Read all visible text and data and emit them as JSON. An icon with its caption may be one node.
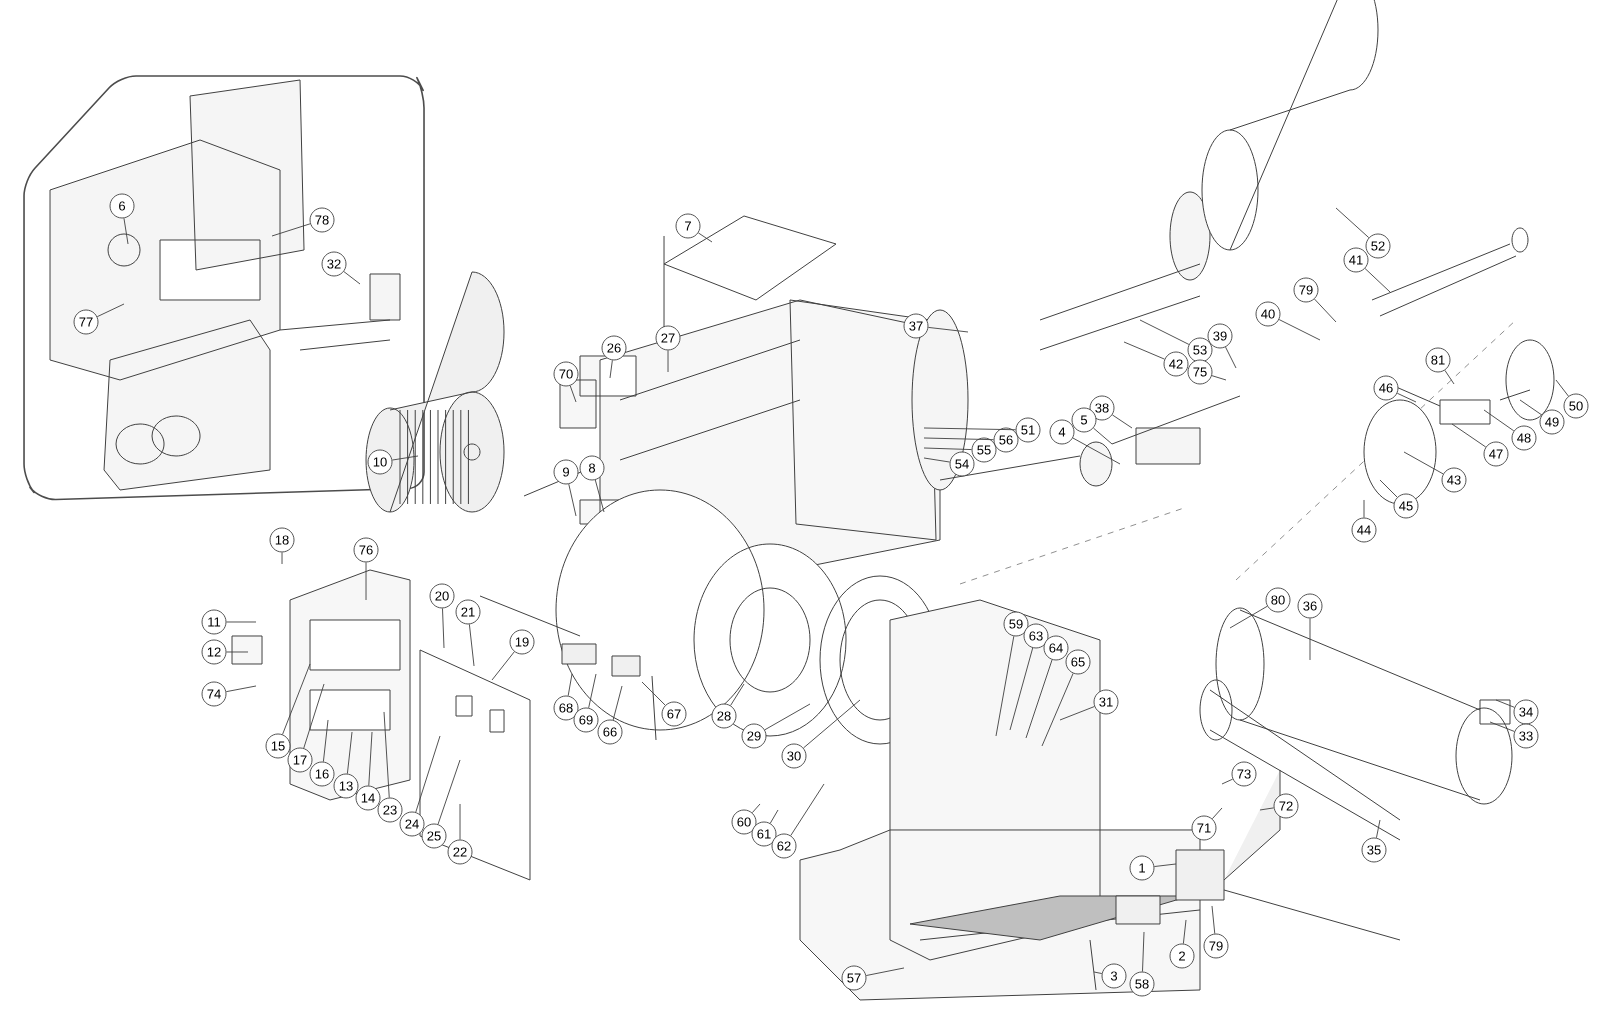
{
  "diagram": {
    "nodes": [
      {
        "text": [
          "6"
        ]
      },
      {
        "text": [
          "77"
        ]
      },
      {
        "text": [
          "78"
        ]
      },
      {
        "text": [
          "32"
        ]
      },
      {
        "text": [
          "7"
        ]
      },
      {
        "text": [
          "70"
        ]
      },
      {
        "text": [
          "26"
        ]
      },
      {
        "text": [
          "27"
        ]
      },
      {
        "text": [
          "37"
        ]
      },
      {
        "text": [
          "10"
        ]
      },
      {
        "text": [
          "9"
        ]
      },
      {
        "text": [
          "8"
        ]
      },
      {
        "text": [
          "54"
        ]
      },
      {
        "text": [
          "55"
        ]
      },
      {
        "text": [
          "56"
        ]
      },
      {
        "text": [
          "51"
        ]
      },
      {
        "text": [
          "52"
        ]
      },
      {
        "text": [
          "41"
        ]
      },
      {
        "text": [
          "79"
        ]
      },
      {
        "text": [
          "40"
        ]
      },
      {
        "text": [
          "53"
        ]
      },
      {
        "text": [
          "39"
        ]
      },
      {
        "text": [
          "42"
        ]
      },
      {
        "text": [
          "75"
        ]
      },
      {
        "text": [
          "38"
        ]
      },
      {
        "text": [
          "5"
        ]
      },
      {
        "text": [
          "4"
        ]
      },
      {
        "text": [
          "81"
        ]
      },
      {
        "text": [
          "46"
        ]
      },
      {
        "text": [
          "50"
        ]
      },
      {
        "text": [
          "49"
        ]
      },
      {
        "text": [
          "48"
        ]
      },
      {
        "text": [
          "47"
        ]
      },
      {
        "text": [
          "43"
        ]
      },
      {
        "text": [
          "45"
        ]
      },
      {
        "text": [
          "44"
        ]
      },
      {
        "text": [
          "18"
        ]
      },
      {
        "text": [
          "76"
        ]
      },
      {
        "text": [
          "11"
        ]
      },
      {
        "text": [
          "12"
        ]
      },
      {
        "text": [
          "74"
        ]
      },
      {
        "text": [
          "20"
        ]
      },
      {
        "text": [
          "21"
        ]
      },
      {
        "text": [
          "19"
        ]
      },
      {
        "text": [
          "15"
        ]
      },
      {
        "text": [
          "17"
        ]
      },
      {
        "text": [
          "16"
        ]
      },
      {
        "text": [
          "13"
        ]
      },
      {
        "text": [
          "14"
        ]
      },
      {
        "text": [
          "23"
        ]
      },
      {
        "text": [
          "24"
        ]
      },
      {
        "text": [
          "25"
        ]
      },
      {
        "text": [
          "22"
        ]
      },
      {
        "text": [
          "68"
        ]
      },
      {
        "text": [
          "69"
        ]
      },
      {
        "text": [
          "66"
        ]
      },
      {
        "text": [
          "67"
        ]
      },
      {
        "text": [
          "28"
        ]
      },
      {
        "text": [
          "29"
        ]
      },
      {
        "text": [
          "30"
        ]
      },
      {
        "text": [
          "59"
        ]
      },
      {
        "text": [
          "63"
        ]
      },
      {
        "text": [
          "64"
        ]
      },
      {
        "text": [
          "65"
        ]
      },
      {
        "text": [
          "31"
        ]
      },
      {
        "text": [
          "60"
        ]
      },
      {
        "text": [
          "61"
        ]
      },
      {
        "text": [
          "62"
        ]
      },
      {
        "text": [
          "80"
        ]
      },
      {
        "text": [
          "36"
        ]
      },
      {
        "text": [
          "34"
        ]
      },
      {
        "text": [
          "33"
        ]
      },
      {
        "text": [
          "73"
        ]
      },
      {
        "text": [
          "72"
        ]
      },
      {
        "text": [
          "71"
        ]
      },
      {
        "text": [
          "1"
        ]
      },
      {
        "text": [
          "35"
        ]
      },
      {
        "text": [
          "57"
        ]
      },
      {
        "text": [
          "2"
        ]
      },
      {
        "text": [
          "3"
        ]
      },
      {
        "text": [
          "58"
        ]
      },
      {
        "text": [
          "79"
        ]
      }
    ],
    "edges": [
      {
        "from": 0,
        "to": null,
        "arrow": "none"
      },
      {
        "from": 1,
        "to": null,
        "arrow": "none"
      },
      {
        "from": 2,
        "to": null,
        "arrow": "none"
      },
      {
        "from": 3,
        "to": null,
        "arrow": "none"
      },
      {
        "from": 4,
        "to": null,
        "arrow": "none"
      },
      {
        "from": 5,
        "to": null,
        "arrow": "none"
      },
      {
        "from": 6,
        "to": null,
        "arrow": "none"
      },
      {
        "from": 7,
        "to": null,
        "arrow": "none"
      },
      {
        "from": 8,
        "to": null,
        "arrow": "none"
      },
      {
        "from": 9,
        "to": null,
        "arrow": "none"
      },
      {
        "from": 10,
        "to": null,
        "arrow": "none"
      },
      {
        "from": 11,
        "to": null,
        "arrow": "none"
      },
      {
        "from": 12,
        "to": null,
        "arrow": "none"
      },
      {
        "from": 13,
        "to": null,
        "arrow": "none"
      },
      {
        "from": 14,
        "to": null,
        "arrow": "none"
      },
      {
        "from": 15,
        "to": null,
        "arrow": "none"
      },
      {
        "from": 16,
        "to": null,
        "arrow": "none"
      },
      {
        "from": 17,
        "to": null,
        "arrow": "none"
      },
      {
        "from": 18,
        "to": null,
        "arrow": "none"
      },
      {
        "from": 19,
        "to": null,
        "arrow": "none"
      },
      {
        "from": 20,
        "to": null,
        "arrow": "none"
      },
      {
        "from": 21,
        "to": null,
        "arrow": "none"
      },
      {
        "from": 22,
        "to": null,
        "arrow": "none"
      },
      {
        "from": 23,
        "to": null,
        "arrow": "none"
      },
      {
        "from": 24,
        "to": null,
        "arrow": "none"
      },
      {
        "from": 25,
        "to": null,
        "arrow": "none"
      },
      {
        "from": 26,
        "to": null,
        "arrow": "none"
      },
      {
        "from": 27,
        "to": null,
        "arrow": "none"
      },
      {
        "from": 28,
        "to": null,
        "arrow": "none"
      },
      {
        "from": 29,
        "to": null,
        "arrow": "none"
      },
      {
        "from": 30,
        "to": null,
        "arrow": "none"
      },
      {
        "from": 31,
        "to": null,
        "arrow": "none"
      },
      {
        "from": 32,
        "to": null,
        "arrow": "none"
      },
      {
        "from": 33,
        "to": null,
        "arrow": "none"
      },
      {
        "from": 34,
        "to": null,
        "arrow": "none"
      },
      {
        "from": 35,
        "to": null,
        "arrow": "none"
      },
      {
        "from": 36,
        "to": null,
        "arrow": "none"
      },
      {
        "from": 37,
        "to": null,
        "arrow": "none"
      },
      {
        "from": 38,
        "to": null,
        "arrow": "none"
      },
      {
        "from": 39,
        "to": null,
        "arrow": "none"
      },
      {
        "from": 40,
        "to": null,
        "arrow": "none"
      },
      {
        "from": 41,
        "to": null,
        "arrow": "none"
      },
      {
        "from": 42,
        "to": null,
        "arrow": "none"
      },
      {
        "from": 43,
        "to": null,
        "arrow": "none"
      },
      {
        "from": 44,
        "to": null,
        "arrow": "none"
      },
      {
        "from": 45,
        "to": null,
        "arrow": "none"
      },
      {
        "from": 46,
        "to": null,
        "arrow": "none"
      },
      {
        "from": 47,
        "to": null,
        "arrow": "none"
      },
      {
        "from": 48,
        "to": null,
        "arrow": "none"
      },
      {
        "from": 49,
        "to": null,
        "arrow": "none"
      },
      {
        "from": 50,
        "to": null,
        "arrow": "none"
      },
      {
        "from": 51,
        "to": null,
        "arrow": "none"
      },
      {
        "from": 52,
        "to": null,
        "arrow": "none"
      },
      {
        "from": 53,
        "to": null,
        "arrow": "none"
      },
      {
        "from": 54,
        "to": null,
        "arrow": "none"
      },
      {
        "from": 55,
        "to": null,
        "arrow": "none"
      },
      {
        "from": 56,
        "to": null,
        "arrow": "none"
      },
      {
        "from": 57,
        "to": null,
        "arrow": "none"
      },
      {
        "from": 58,
        "to": null,
        "arrow": "none"
      },
      {
        "from": 59,
        "to": null,
        "arrow": "none"
      },
      {
        "from": 60,
        "to": null,
        "arrow": "none"
      },
      {
        "from": 61,
        "to": null,
        "arrow": "none"
      },
      {
        "from": 62,
        "to": null,
        "arrow": "none"
      },
      {
        "from": 63,
        "to": null,
        "arrow": "none"
      },
      {
        "from": 64,
        "to": null,
        "arrow": "none"
      },
      {
        "from": 65,
        "to": null,
        "arrow": "none"
      },
      {
        "from": 66,
        "to": null,
        "arrow": "none"
      },
      {
        "from": 67,
        "to": null,
        "arrow": "none"
      },
      {
        "from": 68,
        "to": null,
        "arrow": "none"
      },
      {
        "from": 69,
        "to": null,
        "arrow": "none"
      },
      {
        "from": 70,
        "to": null,
        "arrow": "none"
      },
      {
        "from": 71,
        "to": null,
        "arrow": "none"
      },
      {
        "from": 72,
        "to": null,
        "arrow": "none"
      },
      {
        "from": 73,
        "to": null,
        "arrow": "none"
      },
      {
        "from": 74,
        "to": null,
        "arrow": "none"
      },
      {
        "from": 75,
        "to": null,
        "arrow": "none"
      },
      {
        "from": 76,
        "to": null,
        "arrow": "none"
      },
      {
        "from": 77,
        "to": null,
        "arrow": "none"
      },
      {
        "from": 78,
        "to": null,
        "arrow": "none"
      },
      {
        "from": 79,
        "to": null,
        "arrow": "none"
      },
      {
        "from": 80,
        "to": null,
        "arrow": "none"
      },
      {
        "from": 81,
        "to": null,
        "arrow": "none"
      }
    ]
  }
}
